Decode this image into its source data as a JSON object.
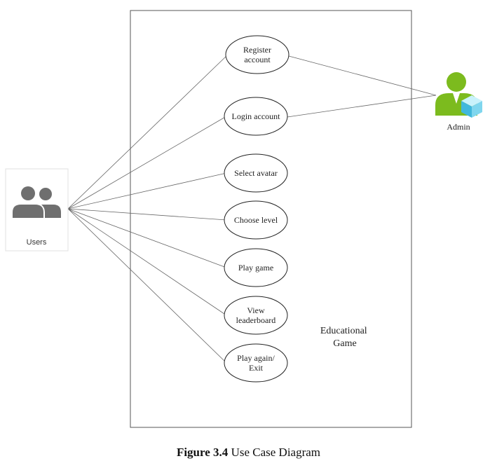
{
  "system": {
    "name_line1": "Educational",
    "name_line2": "Game"
  },
  "actors": {
    "users": {
      "label": "Users",
      "icon": "users-group-icon"
    },
    "admin": {
      "label": "Admin",
      "icon": "admin-person-icon"
    }
  },
  "use_cases": [
    {
      "id": "register",
      "lines": [
        "Register",
        "account"
      ]
    },
    {
      "id": "login",
      "lines": [
        "Login account"
      ]
    },
    {
      "id": "select-avatar",
      "lines": [
        "Select avatar"
      ]
    },
    {
      "id": "choose-level",
      "lines": [
        "Choose level"
      ]
    },
    {
      "id": "play-game",
      "lines": [
        "Play game"
      ]
    },
    {
      "id": "view-leaderboard",
      "lines": [
        "View",
        "leaderboard"
      ]
    },
    {
      "id": "play-again-exit",
      "lines": [
        "Play again/",
        "Exit"
      ]
    }
  ],
  "associations": {
    "users": [
      "register",
      "login",
      "select-avatar",
      "choose-level",
      "play-game",
      "view-leaderboard",
      "play-again-exit"
    ],
    "admin": [
      "register",
      "login"
    ]
  },
  "caption": {
    "label": "Figure 3.4",
    "text": "Use Case Diagram"
  }
}
